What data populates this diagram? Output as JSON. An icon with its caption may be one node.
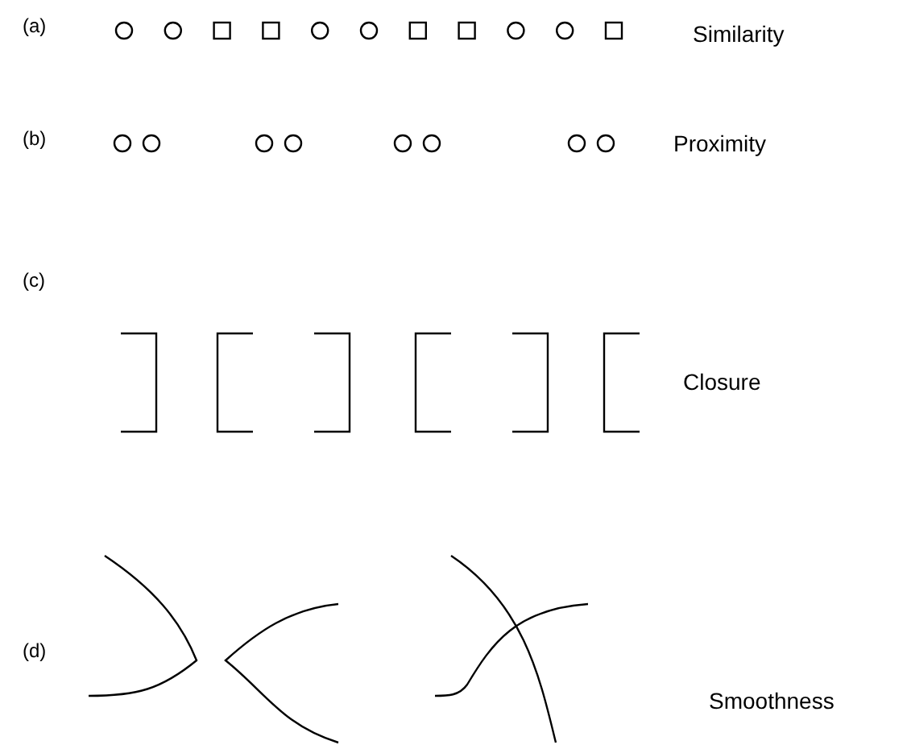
{
  "diagram": {
    "labels": [
      "(a)",
      "Similarity",
      "(b)",
      "Proximity",
      "(c)",
      "Closure",
      "(d)",
      "Smoothness"
    ]
  }
}
